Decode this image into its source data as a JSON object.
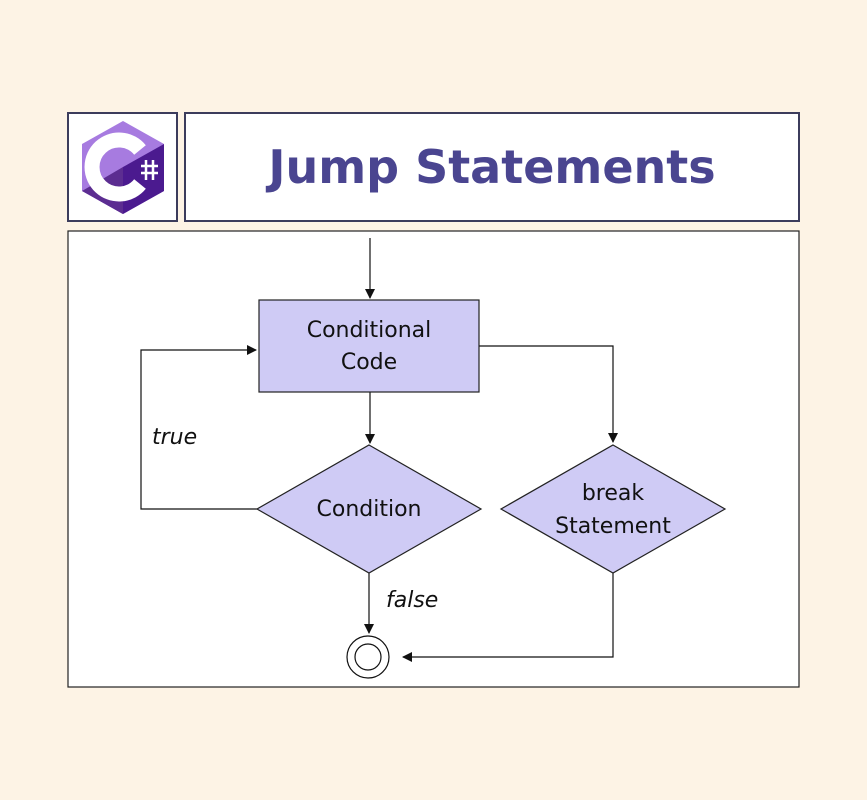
{
  "header": {
    "title": "Jump Statements",
    "logo_text": "C#"
  },
  "diagram": {
    "process_box": {
      "line1": "Conditional",
      "line2": "Code"
    },
    "condition": "Condition",
    "break_box": {
      "line1": "break",
      "line2": "Statement"
    },
    "true_label": "true",
    "false_label": "false"
  },
  "colors": {
    "background": "#fdf3e5",
    "node_fill": "#cfcbf5",
    "title": "#4a4590",
    "frame": "#3c3c5c"
  }
}
